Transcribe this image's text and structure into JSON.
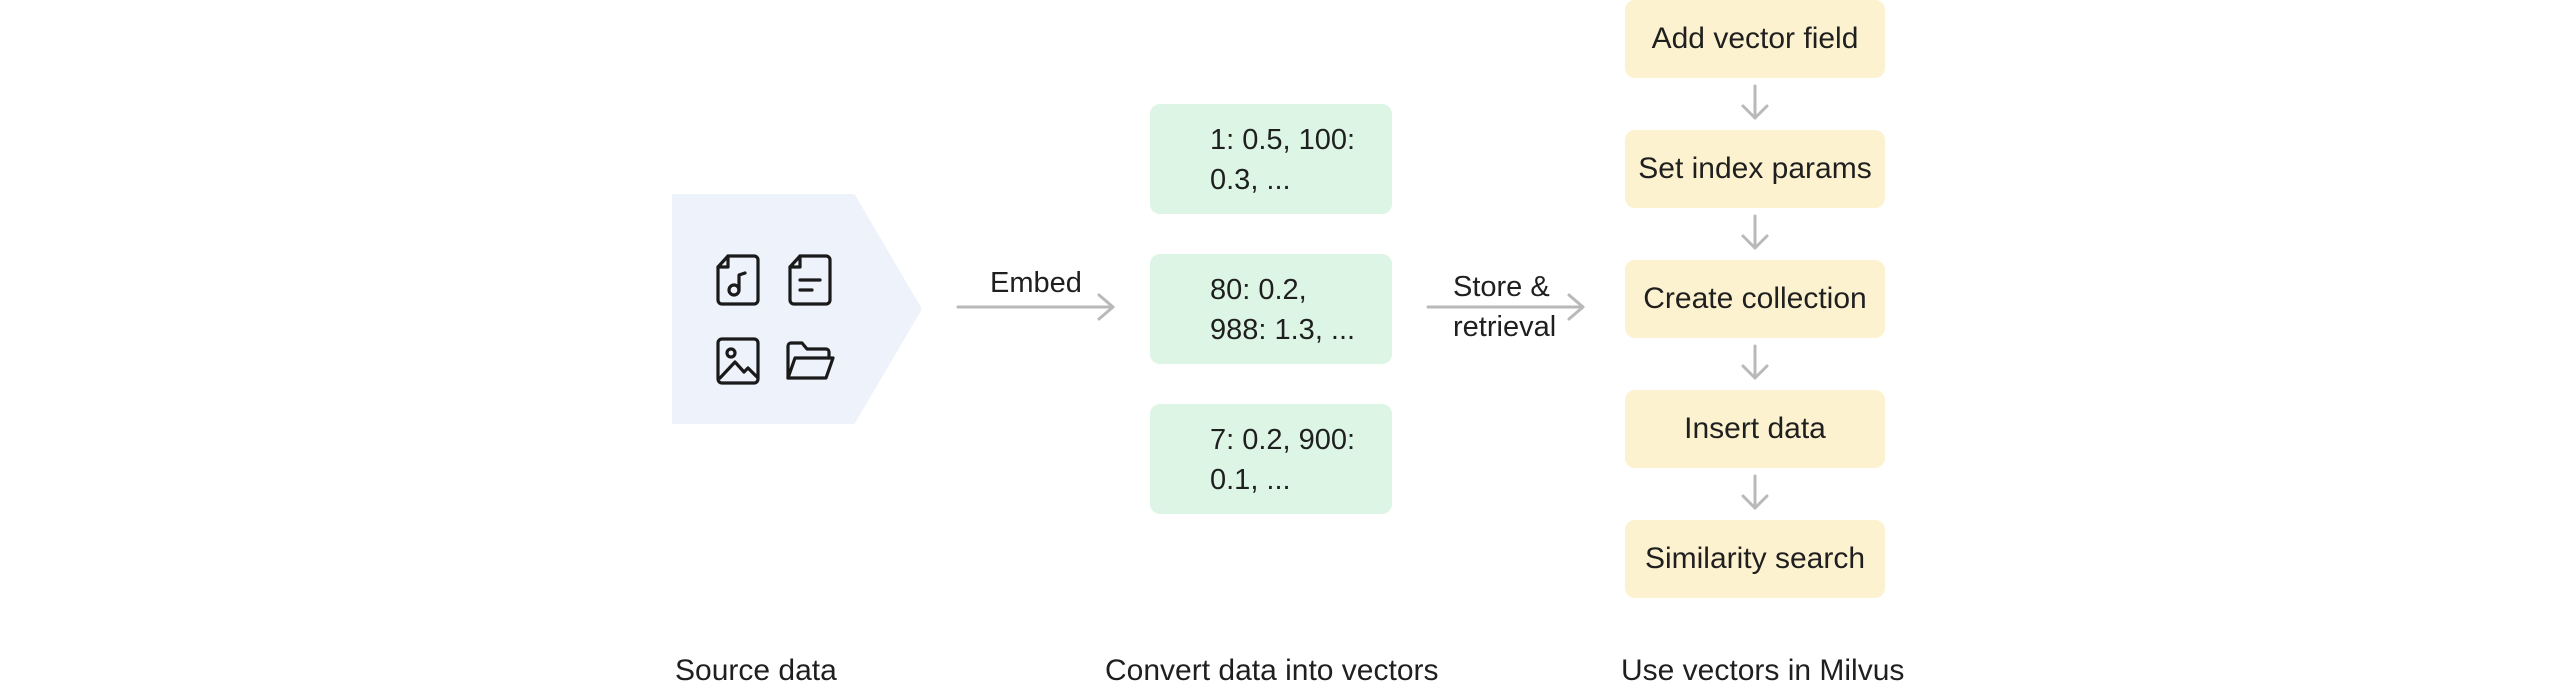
{
  "source": {
    "caption": "Source data",
    "icons": [
      "audio-file-icon",
      "document-file-icon",
      "image-file-icon",
      "folder-icon"
    ]
  },
  "embed_label": "Embed",
  "vectors": {
    "caption": "Convert data into vectors",
    "items": [
      "1: 0.5, 100:\n 0.3, ...",
      "80: 0.2,\n988: 1.3, ...",
      "7: 0.2, 900:\n 0.1, ..."
    ]
  },
  "store_label": "Store &\nretrieval",
  "milvus": {
    "caption": "Use vectors in Milvus",
    "steps": [
      "Add vector field",
      "Set index params",
      "Create collection",
      "Insert data",
      "Similarity search"
    ]
  },
  "colors": {
    "source_fill": "#eef2fb",
    "vector_fill": "#dcf5e4",
    "step_fill": "#fdf2cf",
    "arrow": "#b9b9b9"
  }
}
